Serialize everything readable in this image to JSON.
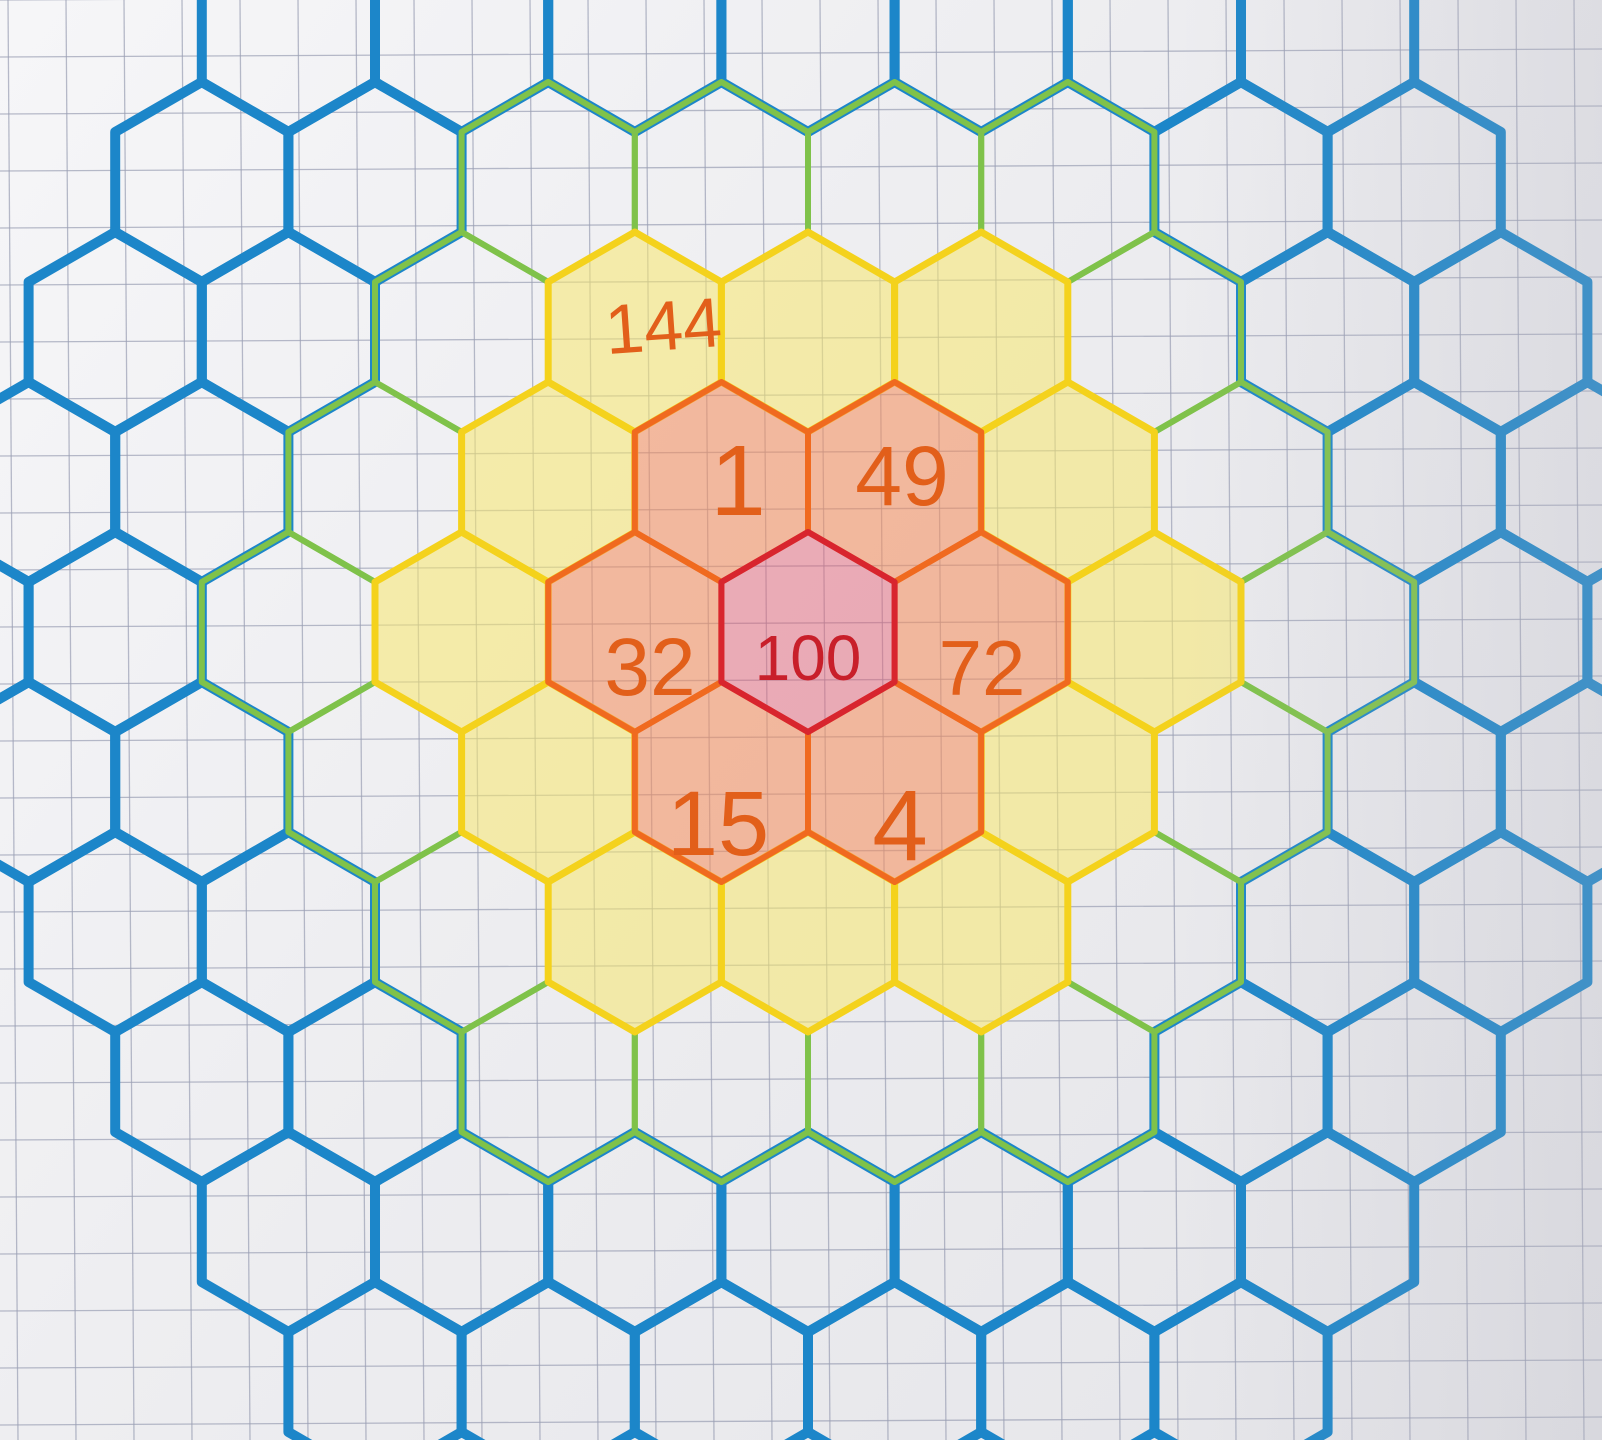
{
  "labels": {
    "center": "100",
    "ring1_top_left": "1",
    "ring1_top_right": "49",
    "ring1_right": "72",
    "ring1_bottom_right": "4",
    "ring1_bottom_left": "15",
    "ring1_left": "32",
    "outer_label": "144"
  },
  "colors": {
    "paper": "#f3f3f5",
    "grid": "#9a9fb4",
    "center_ring": "#d8252e",
    "ring1": "#f06a1f",
    "ring1_fill": "#f7b48c",
    "ring2": "#f4d21c",
    "ring2_fill": "#f7ea7d",
    "ring3": "#7fc24a",
    "ring4": "#1c86c9",
    "text_red": "#c81f2a",
    "text_orange": "#e25f1a"
  }
}
